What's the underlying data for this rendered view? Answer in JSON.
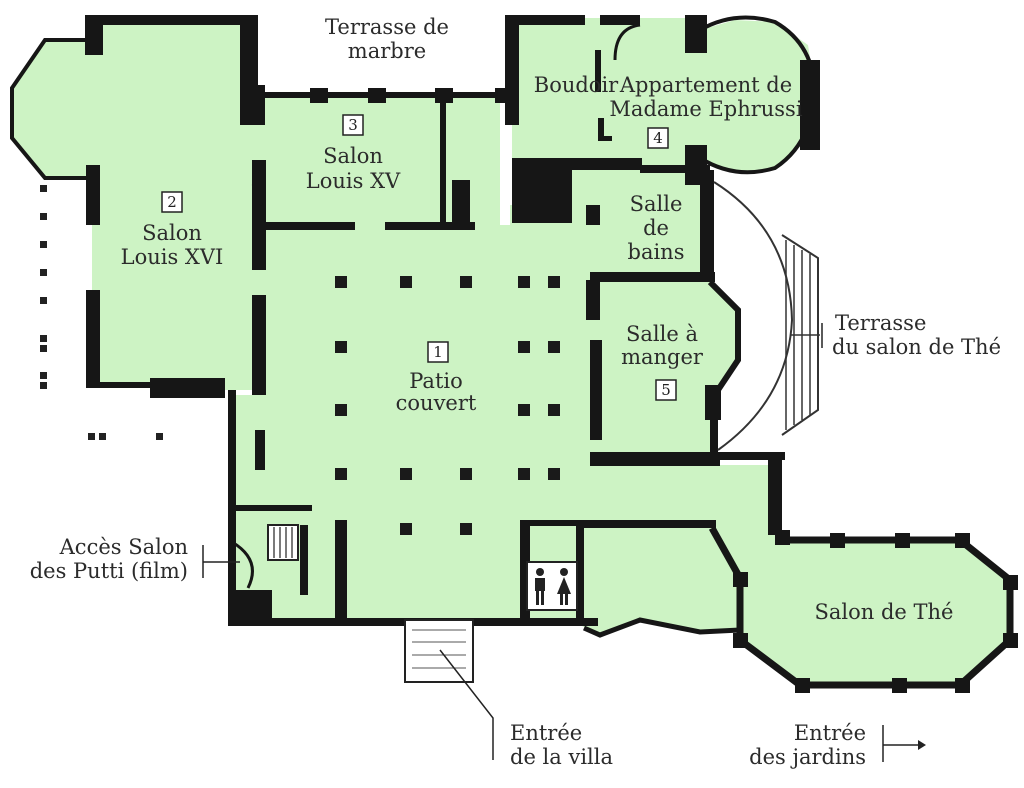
{
  "colors": {
    "floor": "#cdf3c4",
    "wall": "#161616",
    "background": "#ffffff",
    "text": "#2b2b2b"
  },
  "rooms": {
    "patio": {
      "number": "1",
      "line1": "Patio",
      "line2": "couvert"
    },
    "louis_xvi": {
      "number": "2",
      "line1": "Salon",
      "line2": "Louis XVI"
    },
    "louis_xv": {
      "number": "3",
      "line1": "Salon",
      "line2": "Louis XV"
    },
    "ephrussi": {
      "number": "4",
      "line1": "Appartement de",
      "line2": "Madame Ephrussi"
    },
    "salle_manger": {
      "number": "5",
      "line1": "Salle à",
      "line2": "manger"
    },
    "boudoir": {
      "label": "Boudoir"
    },
    "salle_bains": {
      "line1": "Salle",
      "line2": "de",
      "line3": "bains"
    },
    "salon_the": {
      "label": "Salon de Thé"
    }
  },
  "outside": {
    "terrasse_marbre": {
      "line1": "Terrasse de",
      "line2": "marbre"
    },
    "terrasse_the": {
      "line1": "Terrasse",
      "line2": "du salon de Thé"
    },
    "acces_putti": {
      "line1": "Accès Salon",
      "line2": "des Putti (film)"
    },
    "entree_villa": {
      "line1": "Entrée",
      "line2": "de la villa"
    },
    "entree_jardins": {
      "line1": "Entrée",
      "line2": "des jardins"
    }
  },
  "icons": [
    "restroom-icon",
    "arrow-right-icon",
    "stairs-icon"
  ]
}
